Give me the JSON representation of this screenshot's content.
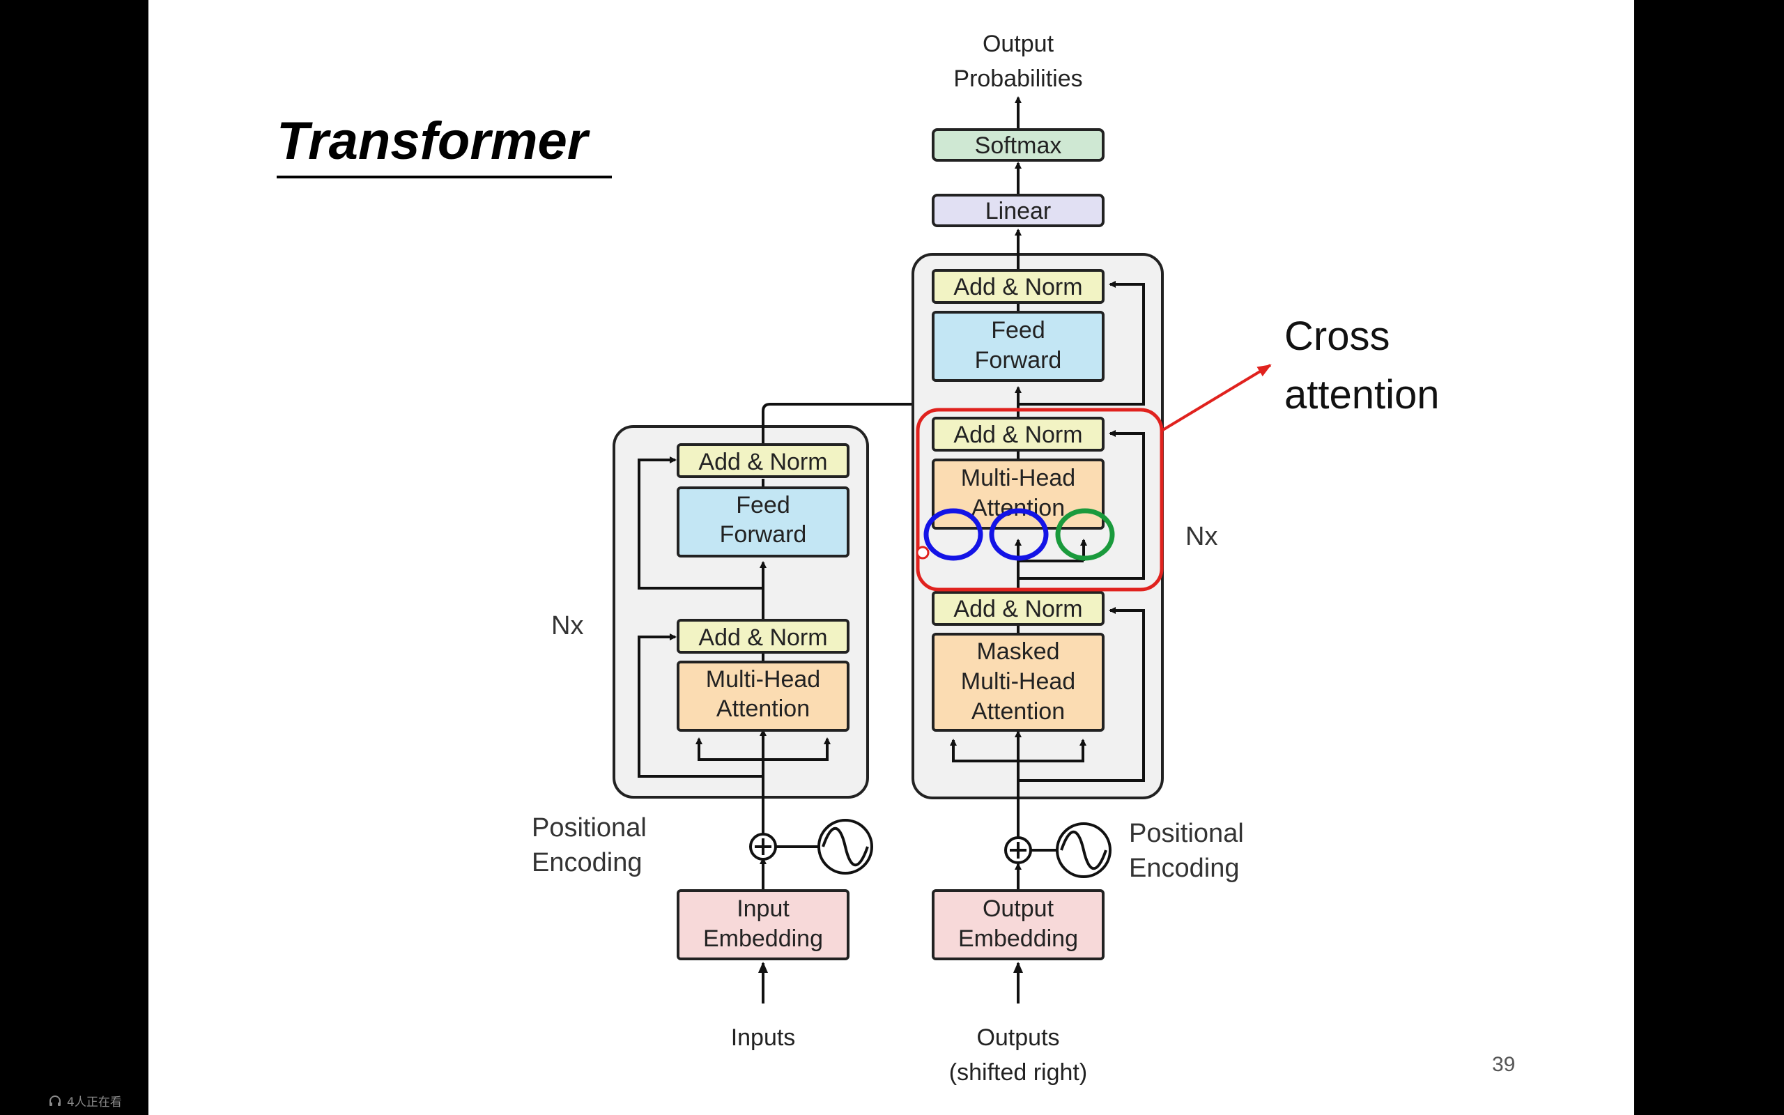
{
  "slide": {
    "title": "Transformer",
    "page_number": "39"
  },
  "annotation": {
    "line1": "Cross",
    "line2": "attention",
    "color": "#e0221e"
  },
  "encoder": {
    "repeat_label": "Nx",
    "add_norm_top": "Add & Norm",
    "feed_forward": [
      "Feed",
      "Forward"
    ],
    "add_norm_bottom": "Add & Norm",
    "attention": [
      "Multi-Head",
      "Attention"
    ],
    "positional_encoding": [
      "Positional",
      "Encoding"
    ],
    "embedding": [
      "Input",
      "Embedding"
    ],
    "input_label": "Inputs"
  },
  "decoder": {
    "repeat_label": "Nx",
    "output_probabilities": [
      "Output",
      "Probabilities"
    ],
    "softmax": "Softmax",
    "linear": "Linear",
    "add_norm_top": "Add & Norm",
    "feed_forward": [
      "Feed",
      "Forward"
    ],
    "add_norm_mid": "Add & Norm",
    "cross_attention": [
      "Multi-Head",
      "Attention"
    ],
    "add_norm_bottom": "Add & Norm",
    "masked_attention": [
      "Masked",
      "Multi-Head",
      "Attention"
    ],
    "positional_encoding": [
      "Positional",
      "Encoding"
    ],
    "embedding": [
      "Output",
      "Embedding"
    ],
    "output_label": [
      "Outputs",
      "(shifted right)"
    ]
  },
  "colors": {
    "add_norm": "#f2f3c4",
    "feed_forward": "#c3e6f4",
    "attention": "#fbdcb2",
    "embedding": "#f7d9d9",
    "softmax": "#cfe8d3",
    "linear": "#e1e0f3",
    "layer_box": "#f1f1f1",
    "highlight_blue": "#1414e6",
    "highlight_green": "#1a9a3c"
  },
  "viewer": {
    "status_icon": "headset-icon",
    "status_text": "4人正在看"
  }
}
